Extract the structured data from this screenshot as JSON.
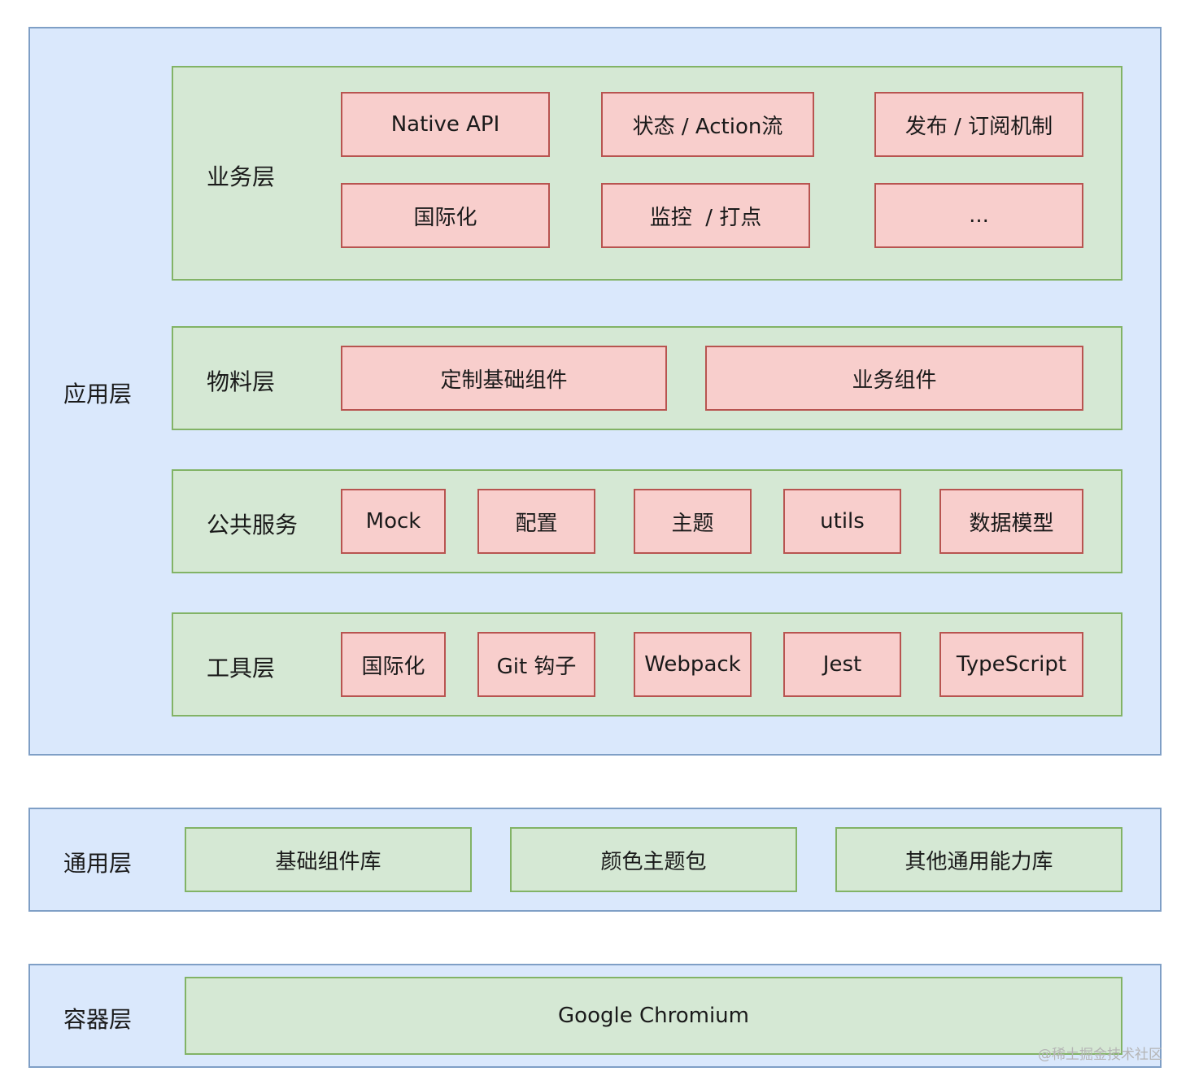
{
  "app_layer": {
    "label": "应用层",
    "business": {
      "label": "业务层",
      "items": [
        "Native API",
        "状态 / Action流",
        "发布 / 订阅机制",
        "国际化",
        "监控  / 打点",
        "..."
      ]
    },
    "material": {
      "label": "物料层",
      "items": [
        "定制基础组件",
        "业务组件"
      ]
    },
    "public_services": {
      "label": "公共服务",
      "items": [
        "Mock",
        "配置",
        "主题",
        "utils",
        "数据模型"
      ]
    },
    "tools": {
      "label": "工具层",
      "items": [
        "国际化",
        "Git 钩子",
        "Webpack",
        "Jest",
        "TypeScript"
      ]
    }
  },
  "common_layer": {
    "label": "通用层",
    "items": [
      "基础组件库",
      "颜色主题包",
      "其他通用能力库"
    ]
  },
  "container_layer": {
    "label": "容器层",
    "items": [
      "Google Chromium"
    ]
  },
  "watermark": "@稀土掘金技术社区",
  "colors": {
    "layer_fill": "#dae8fc",
    "layer_border": "#7f9fc6",
    "group_fill": "#d5e8d4",
    "group_border": "#82b366",
    "item_fill": "#f8cecc",
    "item_border": "#b85450"
  }
}
